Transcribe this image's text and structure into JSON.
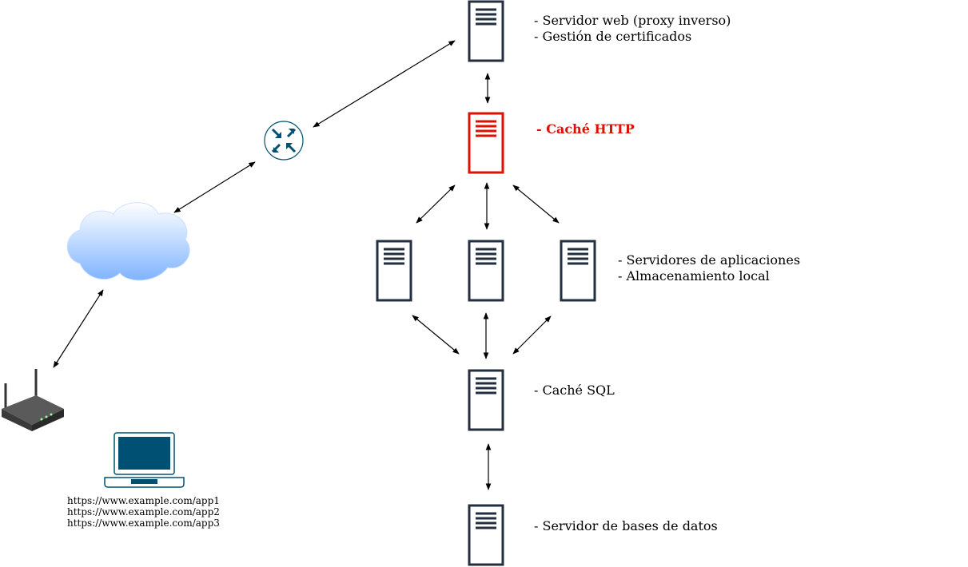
{
  "colors": {
    "server_stroke": "#232f3e",
    "highlight": "#dd1100",
    "router": "#005073",
    "cloud_top": "#ffffff",
    "cloud_bottom": "#7fb4ff",
    "laptop": "#005073",
    "arrow": "#000000"
  },
  "icons": {
    "router": "router-icon",
    "cloud": "cloud-icon",
    "wifi": "wifi-router-icon",
    "laptop": "laptop-icon",
    "server": "server-icon"
  },
  "labels": {
    "web_server": [
      "- Servidor web (proxy inverso)",
      "- Gestión de certificados"
    ],
    "http_cache": "- Caché HTTP",
    "app_servers": [
      "- Servidores de aplicaciones",
      "- Almacenamiento local"
    ],
    "sql_cache": "- Caché SQL",
    "db_server": "- Servidor de bases de datos"
  },
  "urls": [
    "https://www.example.com/app1",
    "https://www.example.com/app2",
    "https://www.example.com/app3"
  ]
}
